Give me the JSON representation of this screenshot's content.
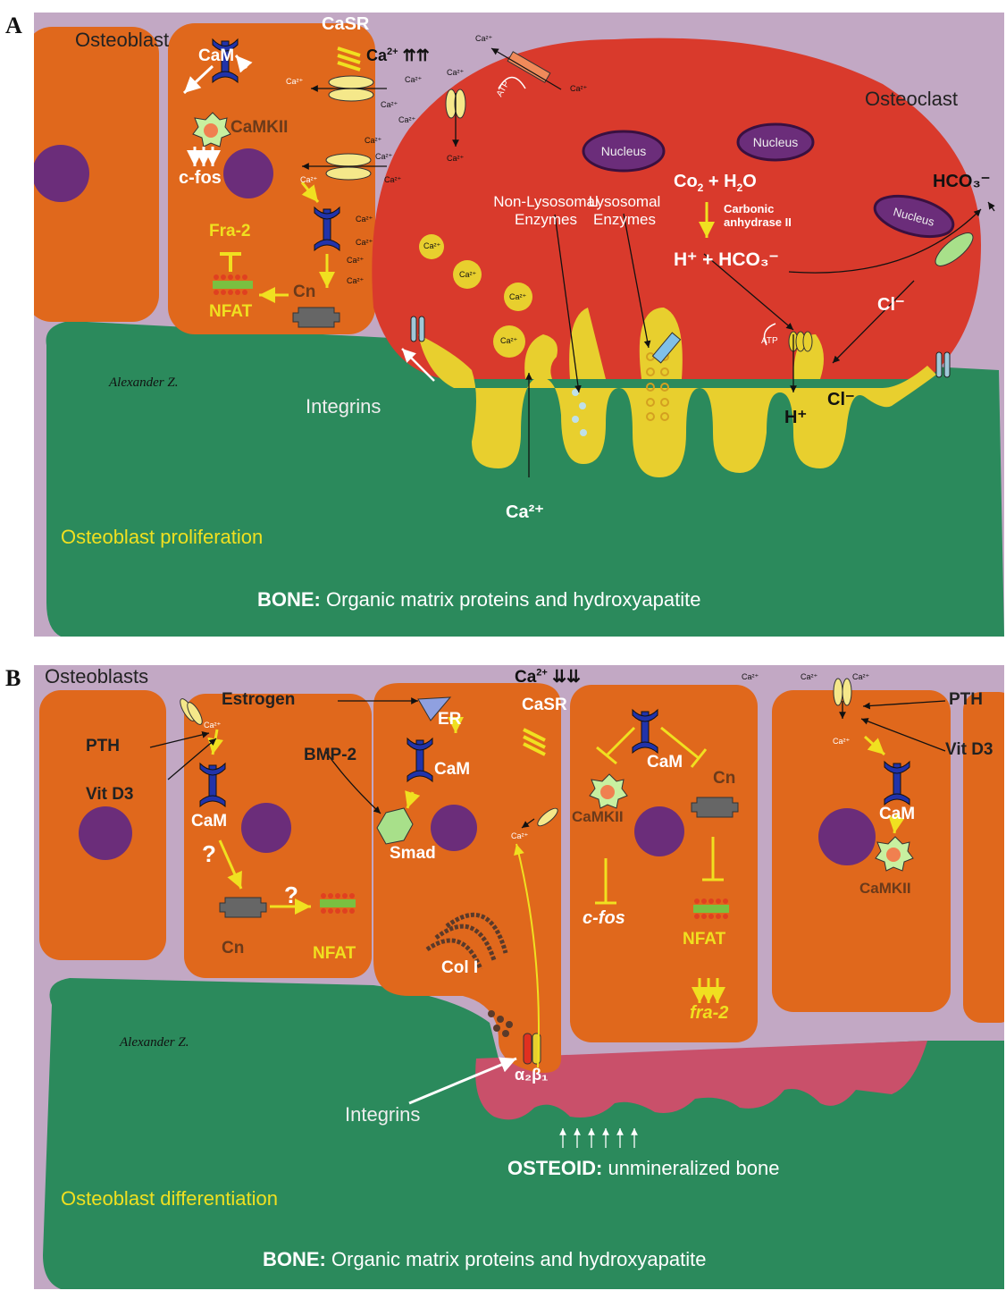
{
  "panel_a": {
    "label": "A",
    "osteoblast": "Osteoblast",
    "osteoclast": "Osteoclast",
    "cam": "CaM",
    "camkii": "CaMKII",
    "casr": "CaSR",
    "ca_ext": "Ca",
    "ca_sup": "2+",
    "ca_small": "Ca²⁺",
    "cfos": "c-fos",
    "fra2": "Fra-2",
    "nfat": "NFAT",
    "cn": "Cn",
    "atp": "ATP",
    "nucleus": "Nucleus",
    "non_lyso_1": "Non-Lysosomal",
    "non_lyso_2": "Enzymes",
    "lyso_1": "Lysosomal",
    "lyso_2": "Enzymes",
    "co2": "Co",
    "sub2": "2",
    "plus_h2o": "+ H",
    "o": "O",
    "carbonic_1": "Carbonic",
    "carbonic_2": "anhydrase II",
    "h_hco3": "H⁺ + HCO₃⁻",
    "hco3": "HCO₃⁻",
    "cl": "Cl⁻",
    "hplus": "H⁺",
    "integrins": "Integrins",
    "ca2plus": "Ca²⁺",
    "signature": "Alexander Z.",
    "proliferation": "Osteoblast proliferation",
    "bone_bold": "BONE:",
    "bone_rest": " Organic matrix proteins and hydroxyapatite"
  },
  "panel_b": {
    "label": "B",
    "osteoblasts": "Osteoblasts",
    "pth": "PTH",
    "vitd3": "Vit D3",
    "cam": "CaM",
    "cn": "Cn",
    "nfat": "NFAT",
    "q": "?",
    "estrogen": "Estrogen",
    "er": "ER",
    "bmp2": "BMP-2",
    "smad": "Smad",
    "ca_ext": "Ca",
    "ca_sup": "2+",
    "ca_small": "Ca²⁺",
    "casr": "CaSR",
    "camkii": "CaMKII",
    "cfos": "c-fos",
    "fra2": "fra-2",
    "col1": "Col I",
    "a2b1": "α₂β₁",
    "integrins": "Integrins",
    "osteoid_bold": "OSTEOID:",
    "osteoid_rest": " unmineralized bone",
    "signature": "Alexander Z.",
    "differentiation": "Osteoblast differentiation",
    "bone_bold": "BONE:",
    "bone_rest": " Organic matrix proteins and hydroxyapatite"
  },
  "colors": {
    "background": "#c2a8c4",
    "bone": "#2b8a5c",
    "osteoblast": "#e0681c",
    "osteoclast": "#d93a2c",
    "lacuna": "#e8cf2e",
    "nucleus": "#6b2d7a",
    "osteoid": "#c9506a"
  }
}
